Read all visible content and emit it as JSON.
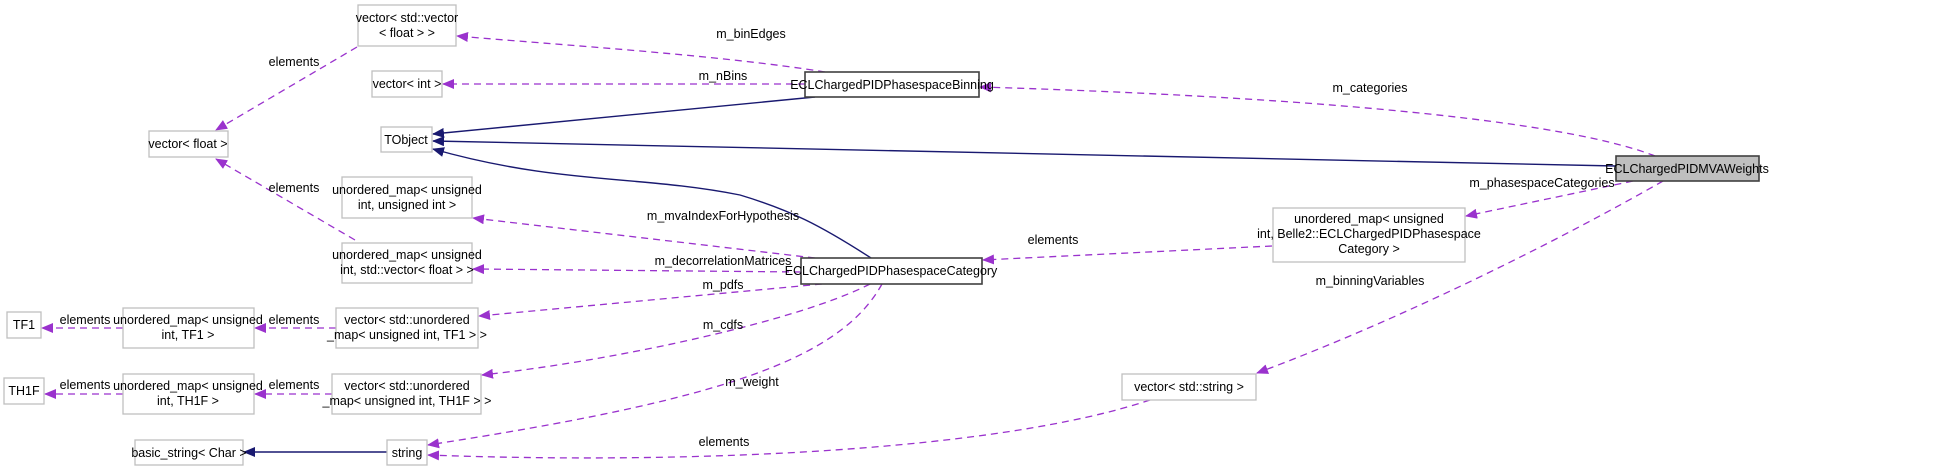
{
  "nodes": {
    "vec_vec_float": [
      "vector< std::vector",
      "< float > >"
    ],
    "vec_int": [
      "vector< int >"
    ],
    "tobject": [
      "TObject"
    ],
    "vec_float": [
      "vector< float >"
    ],
    "um_uint_uint": [
      "unordered_map< unsigned",
      "int, unsigned int >"
    ],
    "um_uint_vecfloat": [
      "unordered_map< unsigned",
      "int, std::vector< float > >"
    ],
    "tf1": [
      "TF1"
    ],
    "um_tf1": [
      "unordered_map< unsigned",
      "int, TF1 >"
    ],
    "vec_um_tf1": [
      "vector< std::unordered",
      "_map< unsigned int, TF1 > >"
    ],
    "th1f": [
      "TH1F"
    ],
    "um_th1f": [
      "unordered_map< unsigned",
      "int, TH1F >"
    ],
    "vec_um_th1f": [
      "vector< std::unordered",
      "_map< unsigned int, TH1F > >"
    ],
    "basic_string": [
      "basic_string< Char >"
    ],
    "string": [
      "string"
    ],
    "binning": [
      "ECLChargedPIDPhasespaceBinning"
    ],
    "category": [
      "ECLChargedPIDPhasespaceCategory"
    ],
    "um_belle2": [
      "unordered_map< unsigned",
      "int, Belle2::ECLChargedPIDPhasespace",
      "Category >"
    ],
    "mvaweights": [
      "ECLChargedPIDMVAWeights"
    ],
    "vec_string": [
      "vector< std::string >"
    ]
  },
  "edge_labels": {
    "bin_edges": "m_binEdges",
    "n_bins": "m_nBins",
    "categories": "m_categories",
    "elements_vecvec": "elements",
    "elements_umvec": "elements",
    "mva_index": "m_mvaIndexForHypothesis",
    "decorrelation": "m_decorrelationMatrices",
    "pdfs": "m_pdfs",
    "cdfs": "m_cdfs",
    "weight": "m_weight",
    "elements_string": "elements",
    "elements_belle2": "elements",
    "phasespace_categories": "m_phasespaceCategories",
    "binning_variables": "m_binningVariables",
    "elements_tf1": "elements",
    "elements_um_tf1": "elements",
    "elements_th1f": "elements",
    "elements_um_th1f": "elements"
  },
  "colors": {
    "member_edge": "#9a32cd",
    "inherit_edge": "#191970",
    "focus_fill": "#bfbfbf"
  }
}
